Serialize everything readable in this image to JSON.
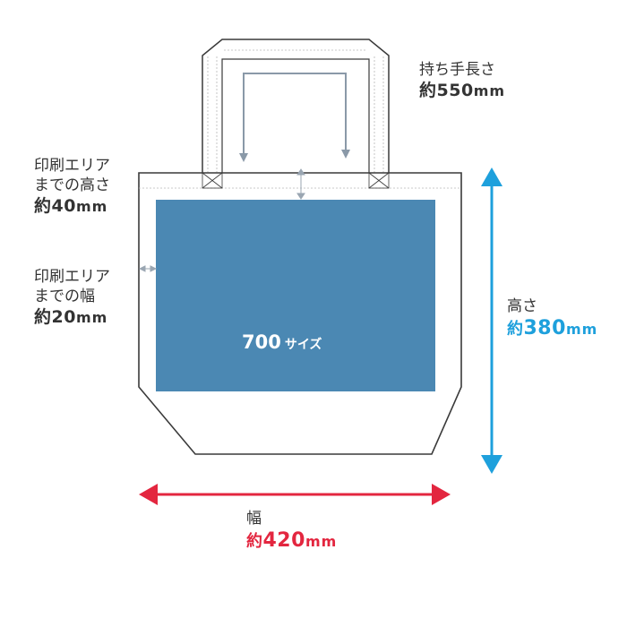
{
  "labels": {
    "handle": {
      "title": "持ち手長さ",
      "prefix": "約",
      "number": "550",
      "unit": "mm"
    },
    "print_top": {
      "line1": "印刷エリア",
      "line2": "までの高さ",
      "prefix": "約",
      "number": "40",
      "unit": "mm"
    },
    "print_side": {
      "line1": "印刷エリア",
      "line2": "までの幅",
      "prefix": "約",
      "number": "20",
      "unit": "mm"
    },
    "height": {
      "title": "高さ",
      "prefix": "約",
      "number": "380",
      "unit": "mm"
    },
    "width": {
      "title": "幅",
      "prefix": "約",
      "number": "420",
      "unit": "mm"
    }
  },
  "print_area": {
    "size": "700",
    "suffix": "サイズ"
  },
  "colors": {
    "print_area": "#4b88b3",
    "height_accent": "#1ea0dc",
    "width_accent": "#e3263f",
    "handle_arrow": "#8a99a8",
    "outline": "#3a3a3a"
  }
}
